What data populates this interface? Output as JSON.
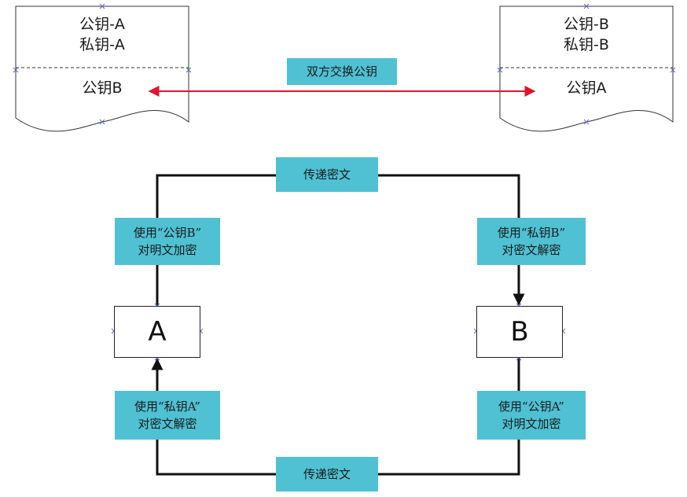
{
  "doc_left": {
    "line1": "公钥-A",
    "line2": "私钥-A",
    "line3": "公钥B"
  },
  "doc_right": {
    "line1": "公钥-B",
    "line2": "私钥-B",
    "line3": "公钥A"
  },
  "exchange_label": "双方交换公钥",
  "transfer_top": "传递密文",
  "transfer_bottom": "传递密文",
  "label_top_left": {
    "line1": "使用“公钥B”",
    "line2": "对明文加密"
  },
  "label_top_right": {
    "line1": "使用“私钥B”",
    "line2": "对密文解密"
  },
  "label_bottom_left": {
    "line1": "使用“私钥A”",
    "line2": "对密文解密"
  },
  "label_bottom_right": {
    "line1": "使用“公钥A”",
    "line2": "对明文加密"
  },
  "node_a": "A",
  "node_b": "B",
  "colors": {
    "accent": "#4fc1d3",
    "exchange_arrow": "#e0142b",
    "line": "#111111"
  }
}
